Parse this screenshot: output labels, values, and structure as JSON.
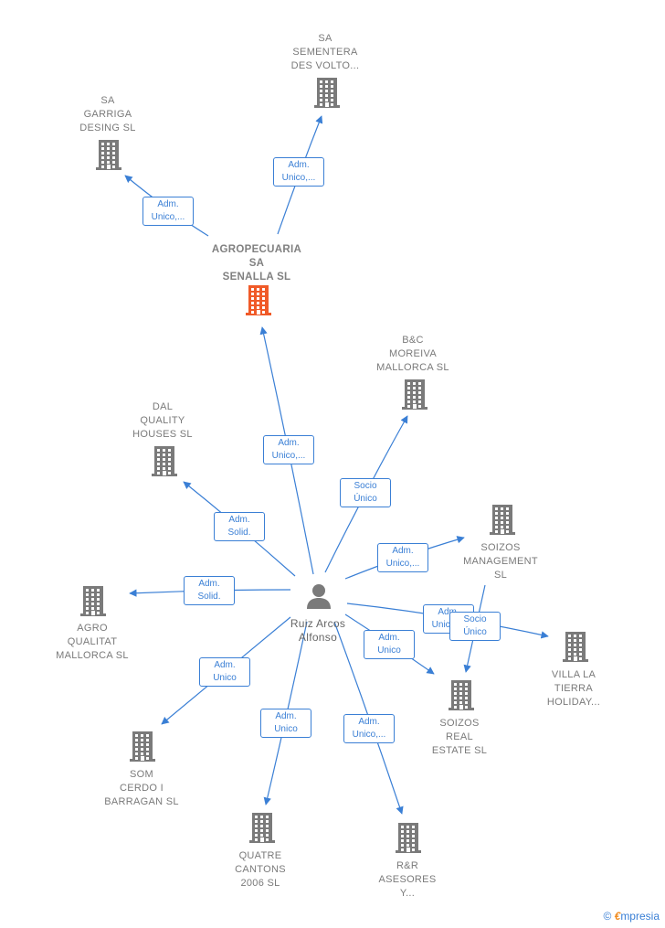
{
  "nodes": [
    {
      "id": "agropecuaria",
      "label": "AGROPECUARIA\nSA\nSENALLA  SL",
      "type": "company",
      "color": "#f05a28",
      "main": true
    },
    {
      "id": "sa-sementera",
      "label": "SA\nSEMENTERA\nDES VOLTO...",
      "type": "company",
      "color": "#7a7a7a"
    },
    {
      "id": "sa-garriga",
      "label": "SA\nGARRIGA\nDESING  SL",
      "type": "company",
      "color": "#7a7a7a"
    },
    {
      "id": "bc-moreiva",
      "label": "B&C\nMOREIVA\nMALLORCA  SL",
      "type": "company",
      "color": "#7a7a7a"
    },
    {
      "id": "dal-quality",
      "label": "DAL\nQUALITY\nHOUSES  SL",
      "type": "company",
      "color": "#7a7a7a"
    },
    {
      "id": "soizos-management",
      "label": "SOIZOS\nMANAGEMENT\nSL",
      "type": "company",
      "color": "#7a7a7a"
    },
    {
      "id": "agro-qualitat",
      "label": "AGRO\nQUALITAT\nMALLORCA  SL",
      "type": "company",
      "color": "#7a7a7a"
    },
    {
      "id": "villa-la-tierra",
      "label": "VILLA LA\nTIERRA\nHOLIDAY...",
      "type": "company",
      "color": "#7a7a7a"
    },
    {
      "id": "soizos-real",
      "label": "SOIZOS\nREAL\nESTATE  SL",
      "type": "company",
      "color": "#7a7a7a"
    },
    {
      "id": "som-cerdo",
      "label": "SOM\nCERDO I\nBARRAGAN SL",
      "type": "company",
      "color": "#7a7a7a"
    },
    {
      "id": "quatre-cantons",
      "label": "QUATRE\nCANTONS\n2006 SL",
      "type": "company",
      "color": "#7a7a7a"
    },
    {
      "id": "rr-asesores",
      "label": "R&R\nASESORES\nY...",
      "type": "company",
      "color": "#7a7a7a"
    },
    {
      "id": "ruiz-arcos",
      "label": "Ruiz Arcos\nAlfonso",
      "type": "person",
      "color": "#7a7a7a"
    }
  ],
  "edges": [
    {
      "from": "ruiz-arcos",
      "to": "agropecuaria",
      "label": "Adm.\nUnico,..."
    },
    {
      "from": "agropecuaria",
      "to": "sa-sementera",
      "label": "Adm.\nUnico,..."
    },
    {
      "from": "agropecuaria",
      "to": "sa-garriga",
      "label": "Adm.\nUnico,..."
    },
    {
      "from": "ruiz-arcos",
      "to": "bc-moreiva",
      "label": "Socio\nÚnico"
    },
    {
      "from": "ruiz-arcos",
      "to": "dal-quality",
      "label": "Adm.\nSolid."
    },
    {
      "from": "ruiz-arcos",
      "to": "soizos-management",
      "label": "Adm.\nUnico,..."
    },
    {
      "from": "ruiz-arcos",
      "to": "agro-qualitat",
      "label": "Adm.\nSolid."
    },
    {
      "from": "ruiz-arcos",
      "to": "villa-la-tierra",
      "label": "Adm.\nUnico,..."
    },
    {
      "from": "soizos-management",
      "to": "soizos-real",
      "label": "Socio\nÚnico"
    },
    {
      "from": "ruiz-arcos",
      "to": "soizos-real",
      "label": "Adm.\nUnico"
    },
    {
      "from": "ruiz-arcos",
      "to": "som-cerdo",
      "label": "Adm.\nUnico"
    },
    {
      "from": "ruiz-arcos",
      "to": "quatre-cantons",
      "label": "Adm.\nUnico"
    },
    {
      "from": "ruiz-arcos",
      "to": "rr-asesores",
      "label": "Adm.\nUnico,..."
    }
  ],
  "colors": {
    "edge": "#3a7fd5",
    "company": "#7a7a7a",
    "main": "#f05a28"
  },
  "brand": {
    "copyright": "©",
    "name_initial": "€",
    "name_rest": "mpresia"
  }
}
